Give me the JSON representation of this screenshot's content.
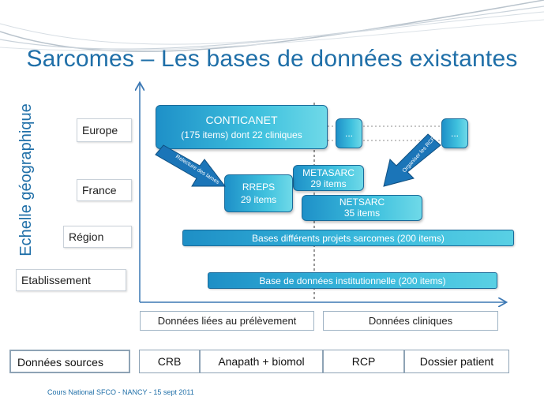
{
  "title": "Sarcomes – Les bases de données existantes",
  "y_axis_label": "Echelle géographique",
  "levels": [
    "Europe",
    "France",
    "Région",
    "Etablissement"
  ],
  "databases": {
    "conticanet": {
      "name": "CONTICANET",
      "detail": "(175 items) dont 22 cliniques"
    },
    "metasarc": {
      "name": "METASARC",
      "detail": "29 items"
    },
    "rreps": {
      "name": "RREPS",
      "detail": "29 items"
    },
    "netsarc": {
      "name": "NETSARC",
      "detail": "35 items"
    },
    "ellipsis_1": "...",
    "ellipsis_2": "..."
  },
  "arrows": {
    "left": "Relecture des lames",
    "right": "Organiser les RCP de recours"
  },
  "bars": {
    "regional": "Bases différents projets sarcomes (200 items)",
    "institutional": "Base de données institutionnelle (200 items)"
  },
  "x_categories": [
    "Données liées au prélèvement",
    "Données cliniques"
  ],
  "sources": {
    "label": "Données sources",
    "items": [
      "CRB",
      "Anapath + biomol",
      "RCP",
      "Dossier patient"
    ]
  },
  "footer": "Cours National SFCO - NANCY - 15 sept 2011"
}
